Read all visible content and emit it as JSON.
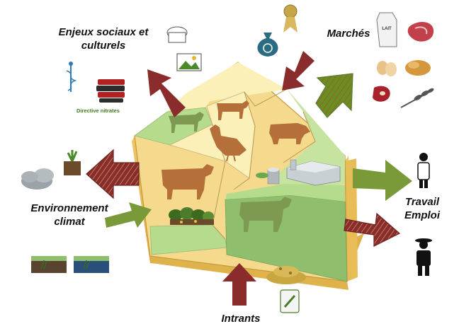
{
  "labels": {
    "enjeux_line1": "Enjeux sociaux et",
    "enjeux_line2": "culturels",
    "marches": "Marchés",
    "environnement_line1": "Environnement",
    "environnement_line2": "climat",
    "travail_line1": "Travail",
    "travail_line2": "Emploi",
    "intrants": "Intrants",
    "directive": "Directive nitrates",
    "lait_carton": "LAIT"
  },
  "colors": {
    "arrow_red": "#8b2c2c",
    "arrow_green": "#7a9a3a",
    "hatched_red": "#8b2c2c",
    "hatched_green": "#6b8e23",
    "field_yellow": "#f5d98c",
    "field_pale": "#fbf0b8",
    "field_green": "#b5dc8c",
    "field_dark_green": "#8fbf6c",
    "animal_brown": "#b5703a",
    "animal_green": "#7e9a52"
  },
  "icons": {
    "top_left": [
      "chef-hat-icon",
      "landscape-photo-icon",
      "caduceus-icon",
      "books-icon"
    ],
    "top_right": [
      "money-bag-icon",
      "ribbon-seal-icon",
      "milk-carton-icon",
      "meat-icon",
      "eggs-icon",
      "roast-chicken-icon",
      "steak-icon",
      "wheat-icon"
    ],
    "left": [
      "rain-cloud-icon",
      "plant-in-soil-icon",
      "soil-profile-icon",
      "water-soil-profile-icon"
    ],
    "right": [
      "farmer-icon",
      "vet-icon"
    ],
    "bottom": [
      "feed-pile-icon",
      "fertilizer-bag-icon"
    ]
  }
}
